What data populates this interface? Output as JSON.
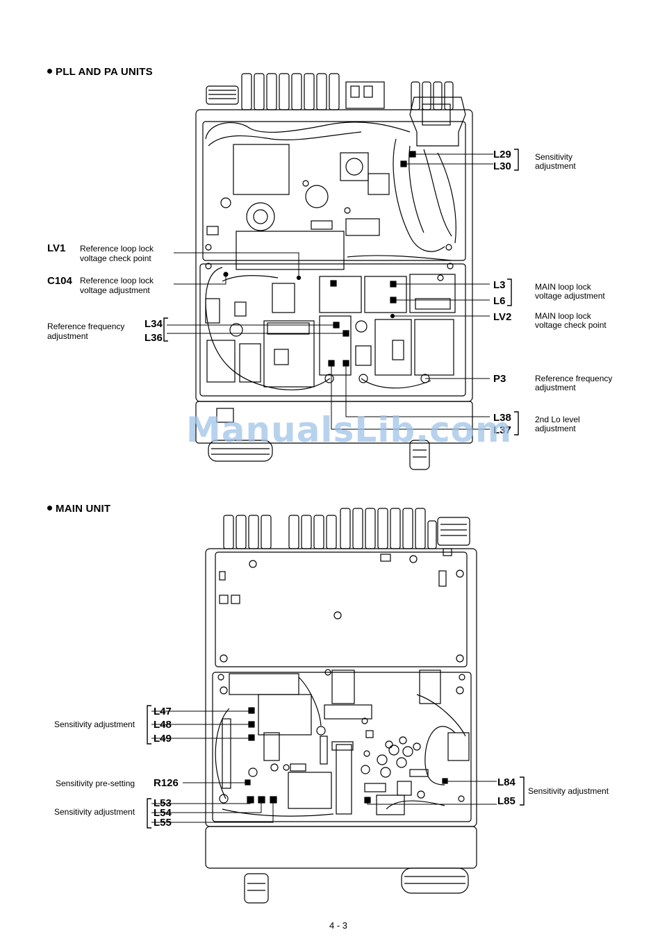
{
  "sections": {
    "pll": {
      "title": "PLL AND PA UNITS"
    },
    "main": {
      "title": "MAIN UNIT"
    }
  },
  "pll_callouts": {
    "lv1": {
      "code": "LV1",
      "desc1": "Reference loop lock",
      "desc2": "voltage check point"
    },
    "c104": {
      "code": "C104",
      "desc1": "Reference loop lock",
      "desc2": "voltage adjustment"
    },
    "l34": {
      "code": "L34"
    },
    "l36": {
      "code": "L36"
    },
    "ref_freq_left": {
      "desc1": "Reference frequency",
      "desc2": "adjustment"
    },
    "l29": {
      "code": "L29"
    },
    "l30": {
      "code": "L30"
    },
    "sens_right": {
      "desc1": "Sensitivity",
      "desc2": "adjustment"
    },
    "l3": {
      "code": "L3"
    },
    "l6": {
      "code": "L6"
    },
    "main_loop_adj": {
      "desc1": "MAIN loop  lock",
      "desc2": "voltage adjustment"
    },
    "lv2": {
      "code": "LV2",
      "desc1": "MAIN loop lock",
      "desc2": "voltage check point"
    },
    "p3": {
      "code": "P3",
      "desc1": "Reference frequency",
      "desc2": "adjustment"
    },
    "l38": {
      "code": "L38"
    },
    "l37": {
      "code": "L37"
    },
    "lo_level": {
      "desc1": "2nd Lo level",
      "desc2": "adjustment"
    }
  },
  "main_callouts": {
    "sens_group1": {
      "desc": "Sensitivity adjustment"
    },
    "l47": {
      "code": "L47"
    },
    "l48": {
      "code": "L48"
    },
    "l49": {
      "code": "L49"
    },
    "presetting": {
      "desc": "Sensitivity pre-setting"
    },
    "r126": {
      "code": "R126"
    },
    "sens_group2": {
      "desc": "Sensitivity adjustment"
    },
    "l53": {
      "code": "L53"
    },
    "l54": {
      "code": "L54"
    },
    "l55": {
      "code": "L55"
    },
    "l84": {
      "code": "L84"
    },
    "l85": {
      "code": "L85"
    },
    "sens_group3": {
      "desc": "Sensitivity adjustment"
    }
  },
  "watermark": "ManualsLib.com",
  "page_number": "4 - 3"
}
